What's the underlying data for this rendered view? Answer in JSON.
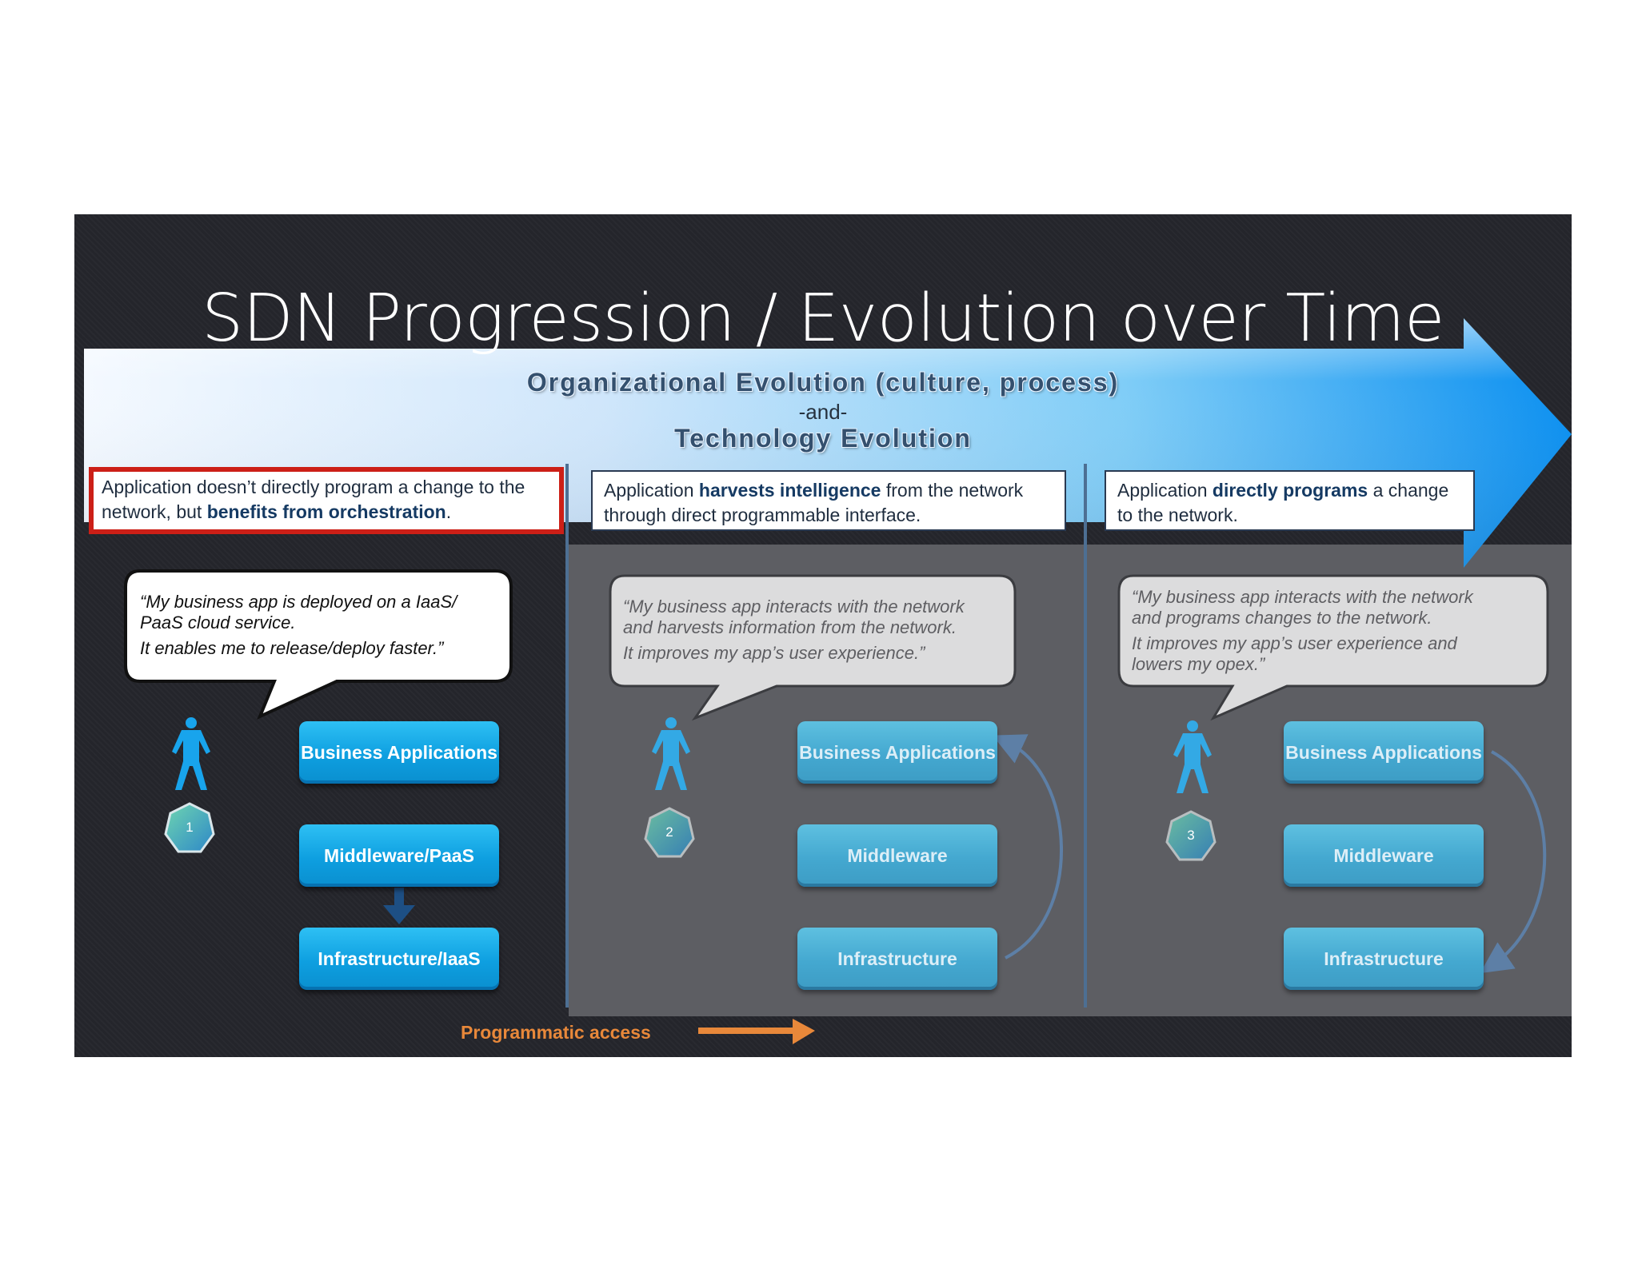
{
  "title": "SDN Progression / Evolution over Time",
  "banner": {
    "line1": "Organizational Evolution (culture, process)",
    "line2": "-and-",
    "line3": "Technology Evolution"
  },
  "stages": [
    {
      "number": "1",
      "desc": {
        "pre": "Application doesn’t directly program a change to the network, but ",
        "bold": "benefits from orchestration",
        "post": "."
      },
      "quote": [
        "“My business app is deployed on a IaaS/",
        "PaaS cloud service.",
        "It enables me to release/deploy faster.”"
      ],
      "layers": [
        "Business Applications",
        "Middleware/PaaS",
        "Infrastructure/IaaS"
      ]
    },
    {
      "number": "2",
      "desc": {
        "pre": "Application ",
        "bold": "harvests intelligence",
        "post": " from the network through direct programmable interface."
      },
      "quote": [
        "“My business app interacts with the network",
        "and harvests information from the network.",
        "It improves my app’s user experience.”"
      ],
      "layers": [
        "Business Applications",
        "Middleware",
        "Infrastructure"
      ]
    },
    {
      "number": "3",
      "desc": {
        "pre": "Application ",
        "bold": "directly programs",
        "post": " a change to the network."
      },
      "quote": [
        "“My business app interacts with the network",
        "and programs changes to the network.",
        "It improves my app’s user experience and",
        "lowers my opex.”"
      ],
      "layers": [
        "Business Applications",
        "Middleware",
        "Infrastructure"
      ]
    }
  ],
  "legend": {
    "label": "Programmatic access"
  },
  "colors": {
    "background": "#24252b",
    "highlight_border": "#cc1f17",
    "layer_blue": "#0e9fe0",
    "legend_orange": "#e8883a",
    "banner_text": "#34506e"
  },
  "icons": [
    "person-icon",
    "heptagon-badge-icon",
    "down-arrow-icon",
    "curved-arrow-icon",
    "right-arrow-icon"
  ]
}
